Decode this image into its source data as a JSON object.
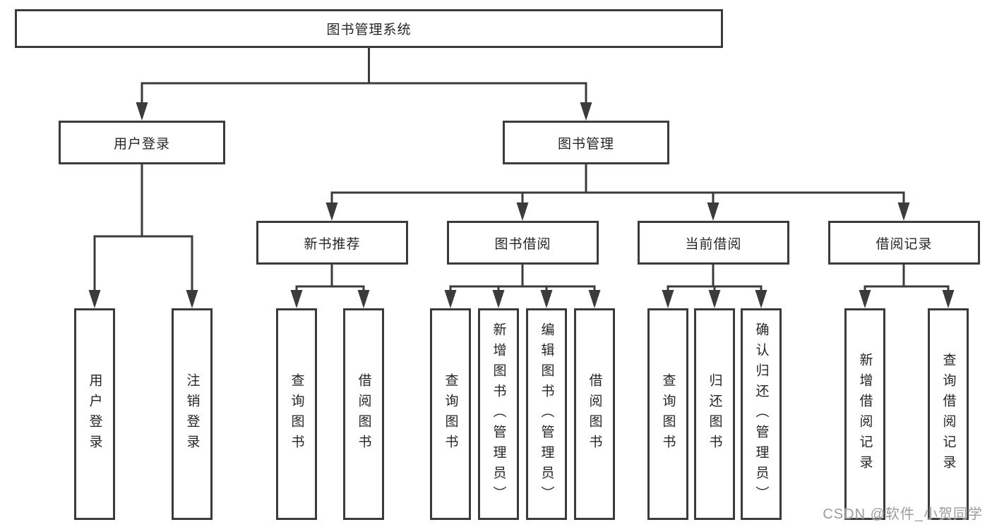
{
  "diagram": {
    "root": {
      "label": "图书管理系统"
    },
    "branches": [
      {
        "label": "用户登录",
        "children": [
          {
            "label": "用户登录"
          },
          {
            "label": "注销登录"
          }
        ]
      },
      {
        "label": "图书管理",
        "children": [
          {
            "label": "新书推荐",
            "children": [
              {
                "label": "查询图书"
              },
              {
                "label": "借阅图书"
              }
            ]
          },
          {
            "label": "图书借阅",
            "children": [
              {
                "label": "查询图书"
              },
              {
                "label": "新增图书（管理员）"
              },
              {
                "label": "编辑图书（管理员）"
              },
              {
                "label": "借阅图书"
              }
            ]
          },
          {
            "label": "当前借阅",
            "children": [
              {
                "label": "查询图书"
              },
              {
                "label": "归还图书"
              },
              {
                "label": "确认归还（管理员）"
              }
            ]
          },
          {
            "label": "借阅记录",
            "children": [
              {
                "label": "新增借阅记录"
              },
              {
                "label": "查询借阅记录"
              }
            ]
          }
        ]
      }
    ]
  },
  "watermark": {
    "text": "CSDN @软件_小贺同学"
  },
  "colors": {
    "line": "#3b3b3b",
    "text": "#262626",
    "watermark": "#9c9c9c",
    "background": "#ffffff"
  }
}
